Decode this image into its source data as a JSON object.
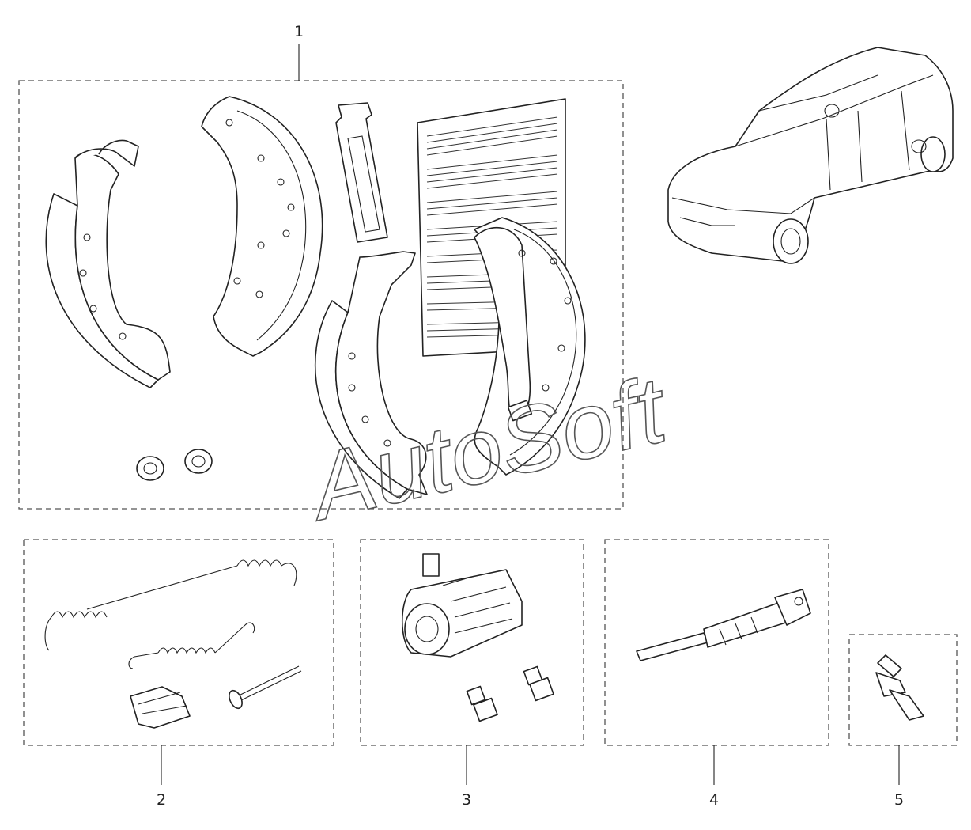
{
  "callouts": [
    {
      "number": "1",
      "description": "brake-shoe-kit"
    },
    {
      "number": "2",
      "description": "spring-and-clip-kit"
    },
    {
      "number": "3",
      "description": "wheel-cylinder"
    },
    {
      "number": "4",
      "description": "self-adjuster"
    },
    {
      "number": "5",
      "description": "bleeder-valve"
    }
  ],
  "watermark": "AutoSoft",
  "colors": {
    "line": "#222222",
    "dashed_border": "#555555",
    "background": "#ffffff"
  }
}
